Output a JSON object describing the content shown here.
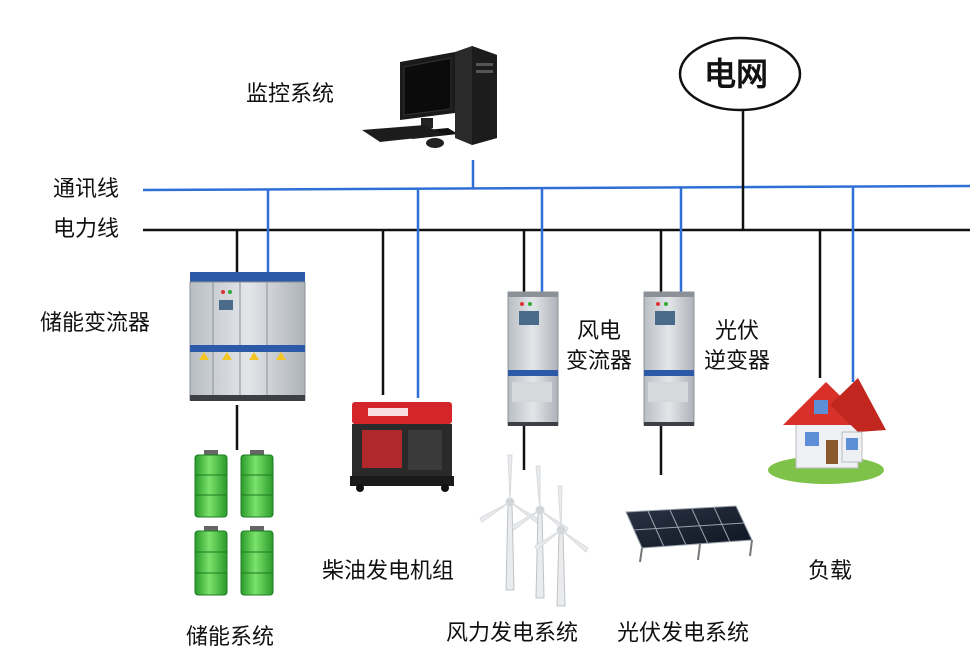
{
  "labels": {
    "monitoring_system": "监控系统",
    "grid": "电网",
    "comm_line": "通讯线",
    "power_line": "电力线",
    "storage_converter": "储能变流器",
    "wind_converter_line1": "风电",
    "wind_converter_line2": "变流器",
    "pv_inverter_line1": "光伏",
    "pv_inverter_line2": "逆变器",
    "diesel_generator": "柴油发电机组",
    "load": "负载",
    "storage_system": "储能系统",
    "wind_power_system": "风力发电系统",
    "pv_power_system": "光伏发电系统"
  },
  "colors": {
    "comm_line": "#2f6fd6",
    "power_line": "#111111",
    "cabinet_body": "#c9cdd2",
    "cabinet_stripe": "#2d5aa8",
    "battery_green": "#39c43a",
    "roof_red": "#d8312a"
  }
}
